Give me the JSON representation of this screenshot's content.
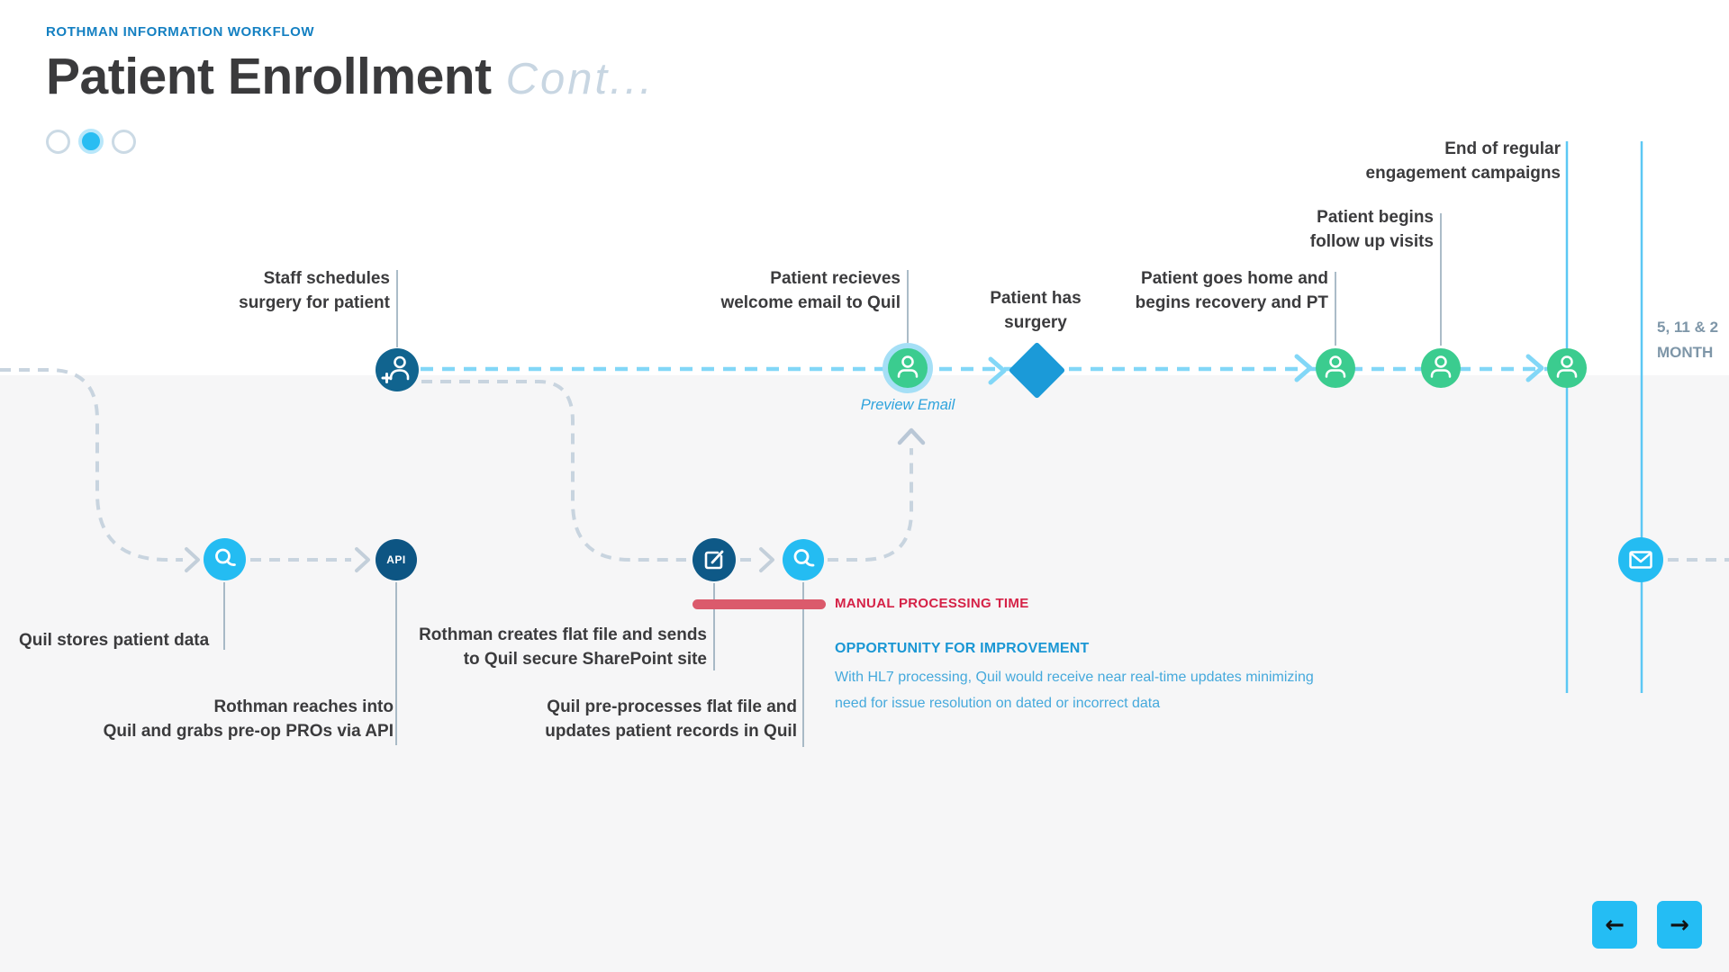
{
  "page": {
    "eyebrow": "ROTHMAN INFORMATION WORKFLOW",
    "title": "Patient Enrollment",
    "title_suffix": "Cont...",
    "pager": {
      "count": 3,
      "active_index": 2
    }
  },
  "labels": {
    "staff": "Staff schedules\nsurgery for patient",
    "receives": "Patient recieves\nwelcome email to Quil",
    "surgery": "Patient has\nsurgery",
    "home": "Patient goes home and\nbegins recovery and PT",
    "followup": "Patient begins\nfollow up visits",
    "end_campaigns": "End of regular\nengagement campaigns",
    "stores": "Quil stores patient data",
    "reaches": "Rothman reaches into\nQuil and grabs pre-op PROs via API",
    "flatfile": "Rothman creates flat file and sends\nto Quil secure SharePoint site",
    "preprocess": "Quil pre-processes flat file and\nupdates patient records in Quil",
    "preview_email": "Preview Email",
    "api_badge": "API",
    "months_value": "5, 11 & 2",
    "months_unit": "MONTH"
  },
  "callouts": {
    "manual_processing": "MANUAL PROCESSING TIME",
    "opportunity_title": "OPPORTUNITY FOR IMPROVEMENT",
    "opportunity_body": "With HL7 processing, Quil would receive near real-time updates minimizing\nneed for issue resolution on dated or incorrect data"
  },
  "nav": {
    "prev_label": "←",
    "next_label": "→"
  },
  "colors": {
    "accent_blue": "#29BDF2",
    "light_blue_dash": "#82D7F7",
    "gray_dash": "#C8D4DF",
    "navy_node": "#0E5987",
    "green_node": "#3BCC8F",
    "diamond_blue": "#1B9AD8",
    "red_bar": "#DB5A6C",
    "red_text": "#D52247",
    "callout_blue": "#1B97D4",
    "eyebrow_blue": "#1480C2"
  }
}
